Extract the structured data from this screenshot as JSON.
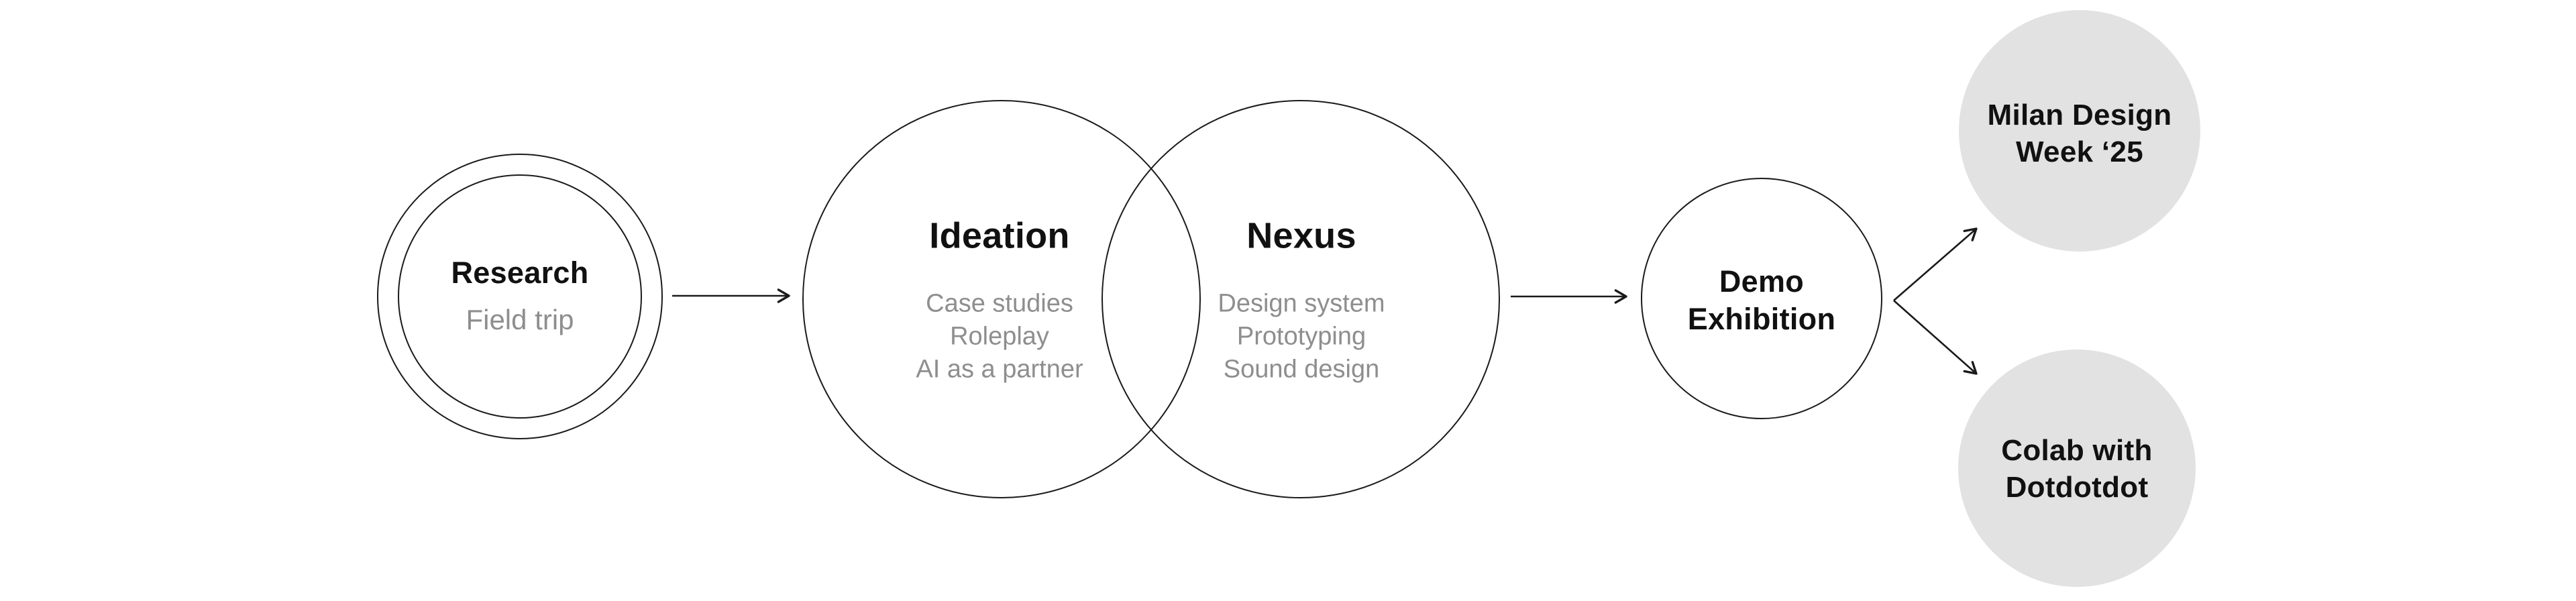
{
  "canvas": {
    "width": "3840",
    "height": "896",
    "background": "#ffffff"
  },
  "colors": {
    "stroke": "#1a1a1a",
    "title_text": "#111111",
    "muted_text": "#8e8e8e",
    "filled_node_fill": "#e2e2e2"
  },
  "nodes": {
    "research": {
      "title": "Research",
      "subtitle": "Field trip"
    },
    "ideation": {
      "title": "Ideation",
      "items": [
        "Case studies",
        "Roleplay",
        "AI as a partner"
      ]
    },
    "nexus": {
      "title": "Nexus",
      "items": [
        "Design system",
        "Prototyping",
        "Sound design"
      ]
    },
    "demo": {
      "line1": "Demo",
      "line2": "Exhibition"
    },
    "milan": {
      "line1": "Milan Design",
      "line2": "Week ‘25"
    },
    "colab": {
      "line1": "Colab with",
      "line2": "Dotdotdot"
    }
  }
}
